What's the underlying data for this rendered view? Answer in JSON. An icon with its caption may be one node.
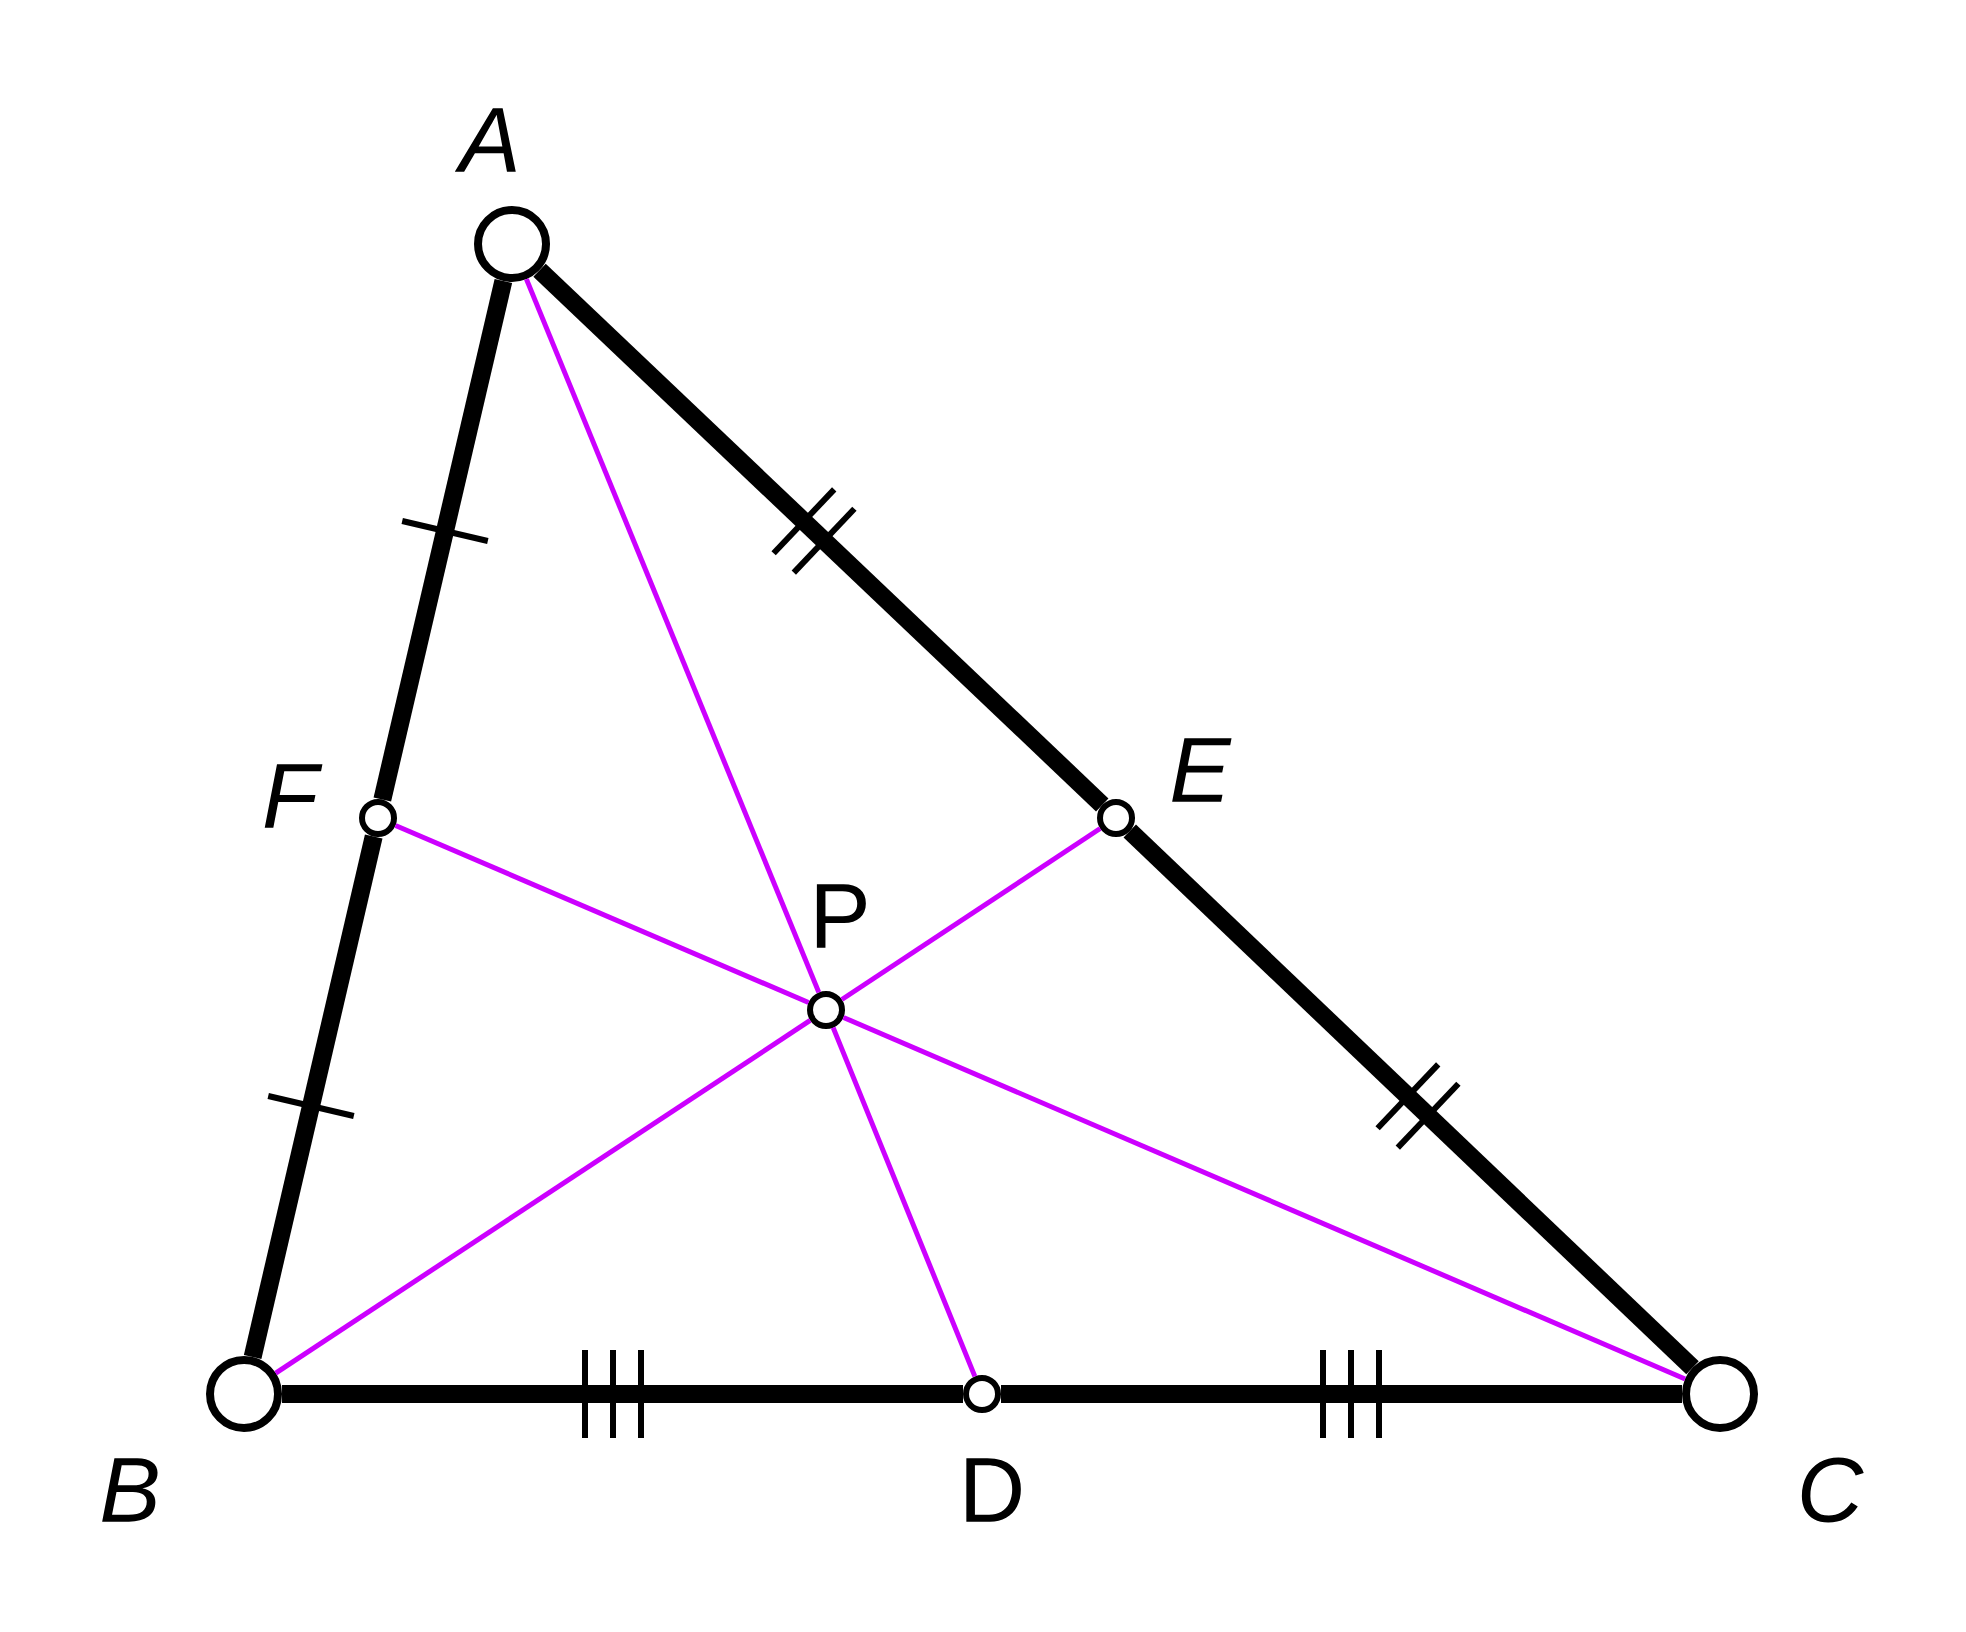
{
  "diagram": {
    "nodes": [
      {
        "text": [],
        "shape": "circle",
        "beside": [
          "A"
        ]
      },
      {
        "text": [],
        "shape": "circle",
        "beside": [
          "B"
        ]
      },
      {
        "text": [],
        "shape": "circle",
        "beside": [
          "C"
        ]
      },
      {
        "text": [],
        "shape": "circle",
        "beside": [
          "D"
        ]
      },
      {
        "text": [],
        "shape": "circle",
        "beside": [
          "E"
        ]
      },
      {
        "text": [],
        "shape": "circle",
        "beside": [
          "F"
        ]
      },
      {
        "text": [],
        "shape": "circle",
        "beside": [
          "P"
        ]
      }
    ],
    "edges": [
      {
        "from": 0,
        "to": 5,
        "arrow": "none",
        "style": "thick"
      },
      {
        "from": 5,
        "to": 1,
        "arrow": "none",
        "style": "thick"
      },
      {
        "from": 1,
        "to": 3,
        "arrow": "none",
        "style": "thick"
      },
      {
        "from": 3,
        "to": 2,
        "arrow": "none",
        "style": "thick"
      },
      {
        "from": 2,
        "to": 4,
        "arrow": "none",
        "style": "thick"
      },
      {
        "from": 4,
        "to": 0,
        "arrow": "none",
        "style": "thick"
      },
      {
        "from": 0,
        "to": 6,
        "arrow": "none",
        "color": "#cc00ff"
      },
      {
        "from": 6,
        "to": 3,
        "arrow": "none",
        "color": "#cc00ff"
      },
      {
        "from": 1,
        "to": 6,
        "arrow": "none",
        "color": "#cc00ff"
      },
      {
        "from": 6,
        "to": 4,
        "arrow": "none",
        "color": "#cc00ff"
      },
      {
        "from": 2,
        "to": 6,
        "arrow": "none",
        "color": "#cc00ff"
      },
      {
        "from": 6,
        "to": 5,
        "arrow": "none",
        "color": "#cc00ff"
      }
    ]
  }
}
